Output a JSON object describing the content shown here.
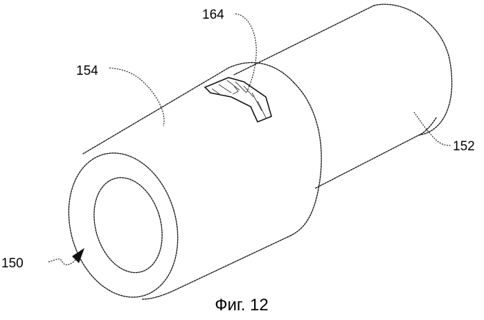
{
  "figure": {
    "caption": "Фиг. 12",
    "labels": {
      "assembly": "150",
      "rear_section": "152",
      "front_sleeve": "154",
      "window_feature": "164"
    }
  }
}
